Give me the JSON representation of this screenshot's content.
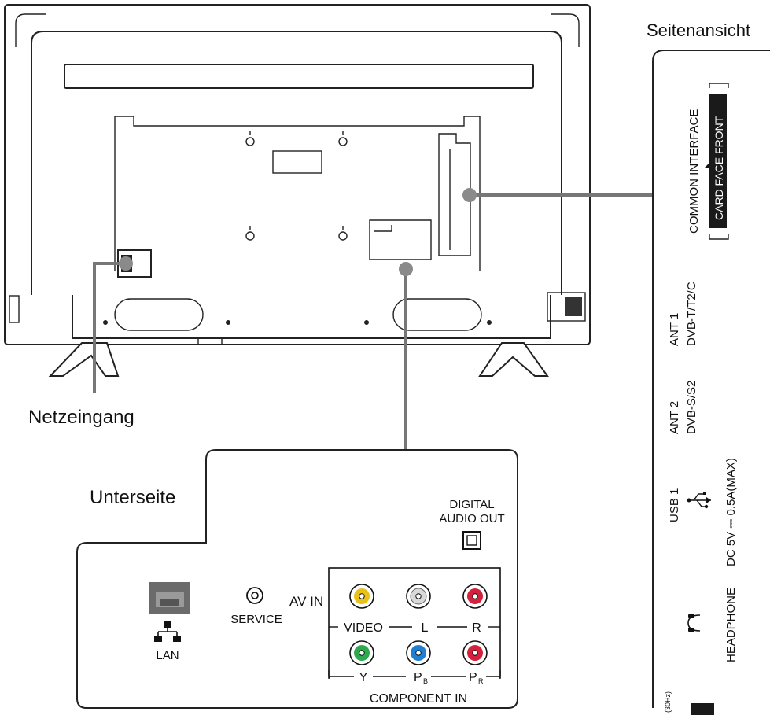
{
  "labels": {
    "side_view": "Seitenansicht",
    "power_input": "Netzeingang",
    "bottom_side": "Unterseite"
  },
  "side_panel": {
    "common_interface": "COMMON INTERFACE",
    "card_face_front": "CARD FACE FRONT",
    "ant1_title": "ANT 1",
    "ant1_standard": "DVB-T/T2/C",
    "ant2_title": "ANT 2",
    "ant2_standard": "DVB-S/S2",
    "usb_title": "USB 1",
    "usb_power": "DC 5V ⎓ 0.5A(MAX)",
    "headphone": "HEADPHONE",
    "hdmi_fragment": "(30Hz)"
  },
  "bottom_panel": {
    "digital_audio_line1": "DIGITAL",
    "digital_audio_line2": "AUDIO OUT",
    "av_in": "AV IN",
    "service": "SERVICE",
    "lan": "LAN",
    "video": "VIDEO",
    "audio_l": "L",
    "audio_r": "R",
    "comp_y": "Y",
    "comp_pb": "P",
    "comp_pb_sub": "B",
    "comp_pr": "P",
    "comp_pr_sub": "R",
    "component_in": "COMPONENT IN"
  },
  "colors": {
    "video_jack": "#e8c21a",
    "audio_l_jack": "#d9d9d9",
    "audio_r_jack": "#d4213d",
    "y_jack": "#2fa84f",
    "pb_jack": "#1f7fd1",
    "pr_jack": "#d4213d",
    "callout": "#777777"
  }
}
